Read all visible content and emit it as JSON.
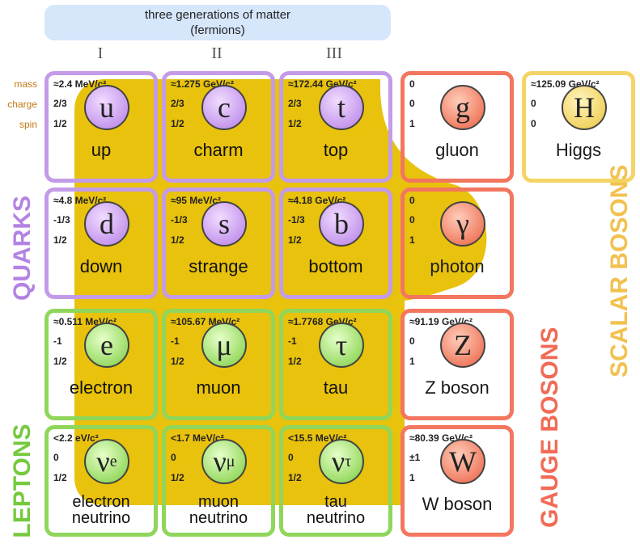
{
  "header": {
    "line1": "three generations of matter",
    "line2": "(fermions)"
  },
  "generations": [
    "I",
    "II",
    "III"
  ],
  "legend": {
    "mass": "mass",
    "charge": "charge",
    "spin": "spin"
  },
  "groups": {
    "quarks": "QUARKS",
    "leptons": "LEPTONS",
    "gauge_bosons": "GAUGE BOSONS",
    "scalar_bosons": "SCALAR BOSONS"
  },
  "particles": {
    "up": {
      "mass": "≈2.4 MeV/c²",
      "charge": "2/3",
      "spin": "1/2",
      "symbol": "u",
      "name": "up"
    },
    "charm": {
      "mass": "≈1.275 GeV/c²",
      "charge": "2/3",
      "spin": "1/2",
      "symbol": "c",
      "name": "charm"
    },
    "top": {
      "mass": "≈172.44 GeV/c²",
      "charge": "2/3",
      "spin": "1/2",
      "symbol": "t",
      "name": "top"
    },
    "gluon": {
      "mass": "0",
      "charge": "0",
      "spin": "1",
      "symbol": "g",
      "name": "gluon"
    },
    "higgs": {
      "mass": "≈125.09 GeV/c²",
      "charge": "0",
      "spin": "0",
      "symbol": "H",
      "name": "Higgs"
    },
    "down": {
      "mass": "≈4.8 MeV/c²",
      "charge": "-1/3",
      "spin": "1/2",
      "symbol": "d",
      "name": "down"
    },
    "strange": {
      "mass": "≈95 MeV/c²",
      "charge": "-1/3",
      "spin": "1/2",
      "symbol": "s",
      "name": "strange"
    },
    "bottom": {
      "mass": "≈4.18 GeV/c²",
      "charge": "-1/3",
      "spin": "1/2",
      "symbol": "b",
      "name": "bottom"
    },
    "photon": {
      "mass": "0",
      "charge": "0",
      "spin": "1",
      "symbol": "γ",
      "name": "photon"
    },
    "electron": {
      "mass": "≈0.511 MeV/c²",
      "charge": "-1",
      "spin": "1/2",
      "symbol": "e",
      "name": "electron"
    },
    "muon": {
      "mass": "≈105.67 MeV/c²",
      "charge": "-1",
      "spin": "1/2",
      "symbol": "μ",
      "name": "muon"
    },
    "tau": {
      "mass": "≈1.7768 GeV/c²",
      "charge": "-1",
      "spin": "1/2",
      "symbol": "τ",
      "name": "tau"
    },
    "zboson": {
      "mass": "≈91.19 GeV/c²",
      "charge": "0",
      "spin": "1",
      "symbol": "Z",
      "name": "Z boson"
    },
    "nu_e": {
      "mass": "<2.2 eV/c²",
      "charge": "0",
      "spin": "1/2",
      "symbol": "ν",
      "subscript": "e",
      "name1": "electron",
      "name2": "neutrino"
    },
    "nu_mu": {
      "mass": "<1.7 MeV/c²",
      "charge": "0",
      "spin": "1/2",
      "symbol": "ν",
      "subscript": "μ",
      "name1": "muon",
      "name2": "neutrino"
    },
    "nu_tau": {
      "mass": "<15.5 MeV/c²",
      "charge": "0",
      "spin": "1/2",
      "symbol": "ν",
      "subscript": "τ",
      "name1": "tau",
      "name2": "neutrino"
    },
    "wboson": {
      "mass": "≈80.39 GeV/c²",
      "charge": "±1",
      "spin": "1",
      "symbol": "W",
      "name": "W boson"
    }
  },
  "colors": {
    "quark": "#c39be8",
    "lepton": "#8fd65a",
    "gauge": "#f3765e",
    "scalar": "#f5d466",
    "higgs_region": "#e8c20c"
  }
}
